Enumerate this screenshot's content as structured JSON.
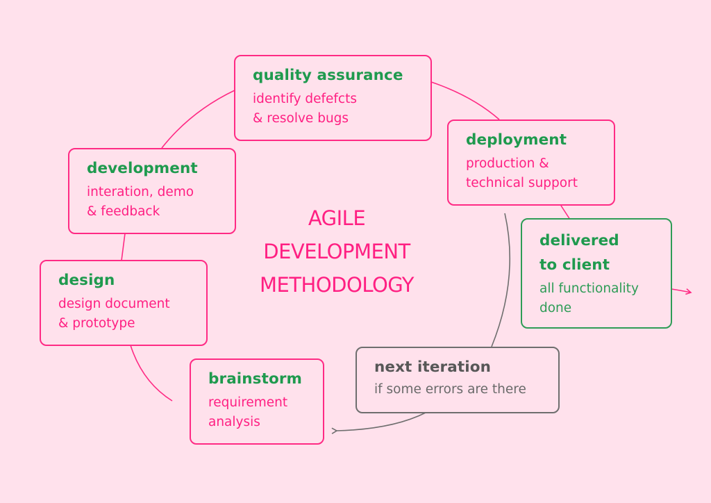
{
  "diagram": {
    "title_lines": [
      "AGILE",
      "DEVELOPMENT",
      "METHODOLOGY"
    ],
    "colors": {
      "background": "#ffe1ec",
      "accent_pink": "#ff1f82",
      "accent_green": "#1f9a4e",
      "neutral_gray": "#6e6e6e"
    },
    "nodes": {
      "quality_assurance": {
        "title": "quality assurance",
        "description": "identify defefcts\n& resolve bugs"
      },
      "deployment": {
        "title": "deployment",
        "description": "production &\ntechnical support"
      },
      "delivered": {
        "title": "delivered\nto client",
        "description": "all functionality\ndone"
      },
      "development": {
        "title": "development",
        "description": "interation, demo\n& feedback"
      },
      "design": {
        "title": "design",
        "description": "design document\n& prototype"
      },
      "brainstorm": {
        "title": "brainstorm",
        "description": "requirement\nanalysis"
      },
      "next_iteration": {
        "title": "next iteration",
        "description": "if some errors are there"
      }
    },
    "connectors": [
      {
        "from": "brainstorm",
        "to": "design",
        "color": "pink"
      },
      {
        "from": "design",
        "to": "development",
        "color": "pink"
      },
      {
        "from": "development",
        "to": "quality_assurance",
        "color": "pink"
      },
      {
        "from": "quality_assurance",
        "to": "deployment",
        "color": "pink"
      },
      {
        "from": "deployment",
        "to": "delivered",
        "color": "pink"
      },
      {
        "from": "delivered",
        "to": "outside",
        "color": "pink",
        "arrow": true
      },
      {
        "from": "deployment",
        "to": "next_iteration",
        "color": "gray"
      },
      {
        "from": "next_iteration",
        "to": "brainstorm",
        "color": "gray",
        "arrow": true
      }
    ]
  }
}
